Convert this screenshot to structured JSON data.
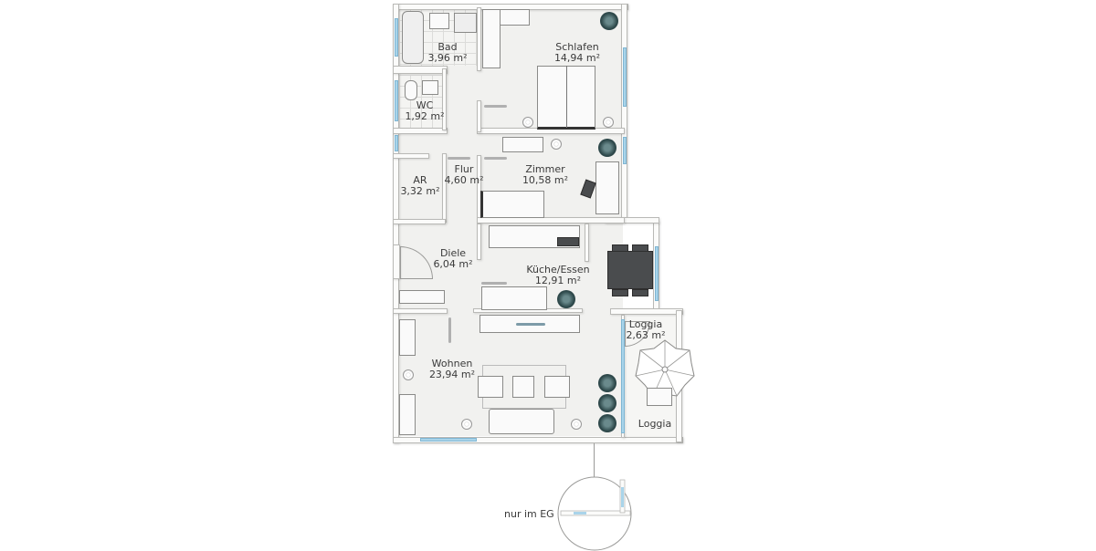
{
  "plan": {
    "rooms": [
      {
        "id": "bad",
        "name": "Bad",
        "area": "3,96 m²"
      },
      {
        "id": "schlafen",
        "name": "Schlafen",
        "area": "14,94 m²"
      },
      {
        "id": "wc",
        "name": "WC",
        "area": "1,92 m²"
      },
      {
        "id": "ar",
        "name": "AR",
        "area": "3,32 m²"
      },
      {
        "id": "flur",
        "name": "Flur",
        "area": "4,60 m²"
      },
      {
        "id": "zimmer",
        "name": "Zimmer",
        "area": "10,58 m²"
      },
      {
        "id": "diele",
        "name": "Diele",
        "area": "6,04 m²"
      },
      {
        "id": "kueche",
        "name": "Küche/Essen",
        "area": "12,91 m²"
      },
      {
        "id": "loggia",
        "name": "Loggia",
        "area": "2,63 m²"
      },
      {
        "id": "wohnen",
        "name": "Wohnen",
        "area": "23,94 m²"
      }
    ],
    "loggia_lower_label": "Loggia",
    "detail_note": "nur im EG"
  }
}
